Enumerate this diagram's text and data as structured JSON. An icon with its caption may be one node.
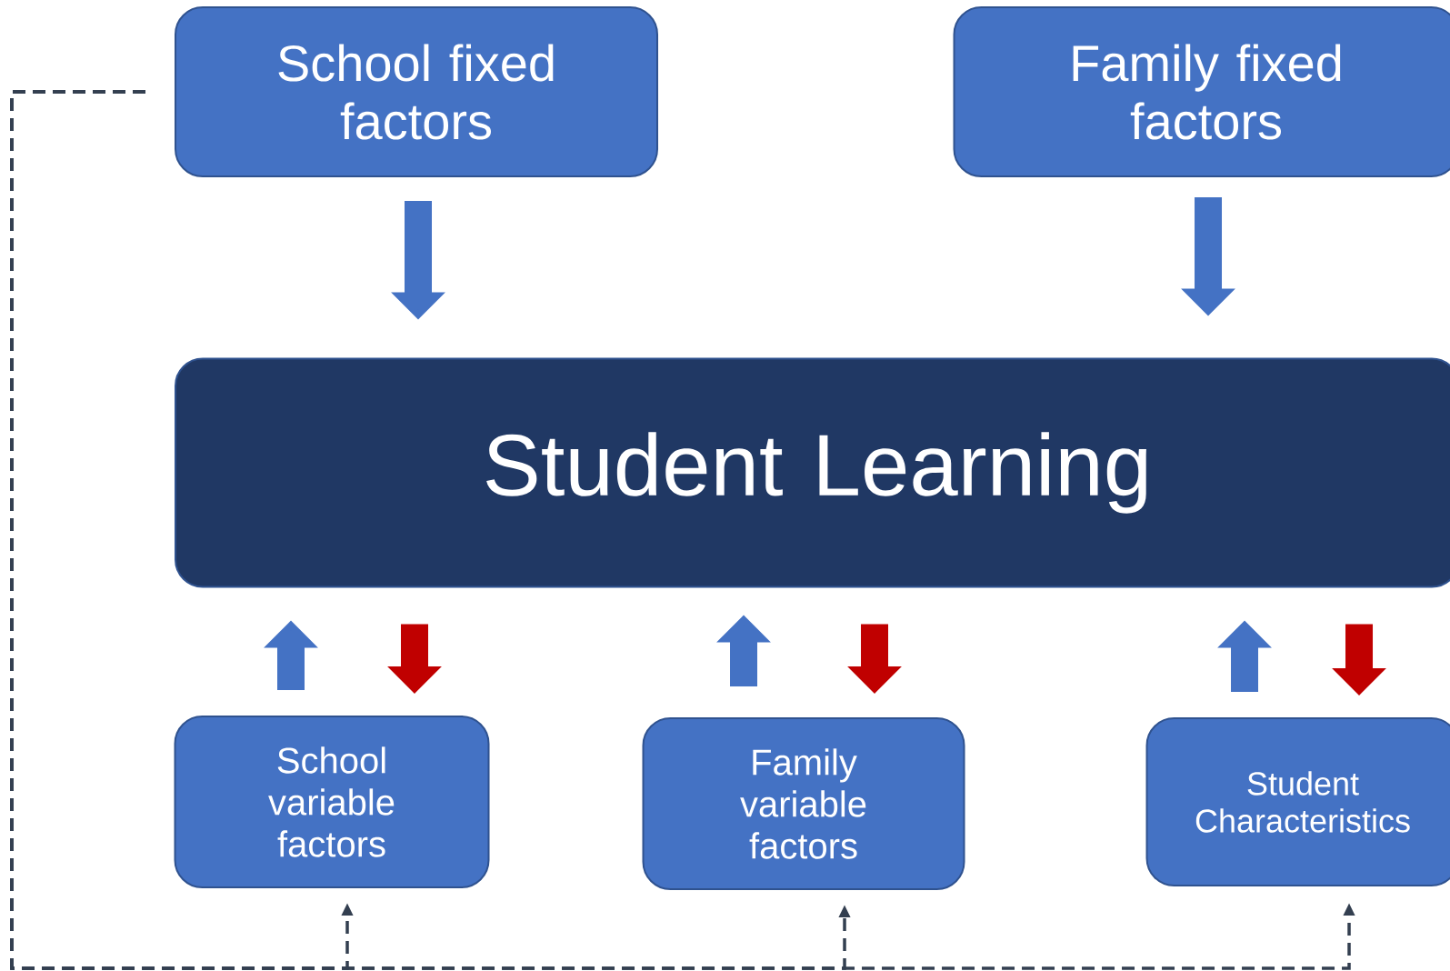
{
  "diagram": {
    "nodes": [
      {
        "text": [
          "School fixed factors"
        ]
      },
      {
        "text": [
          "Family fixed factors"
        ]
      },
      {
        "text": [
          "Student Learning"
        ]
      },
      {
        "text": [
          "School variable factors"
        ]
      },
      {
        "text": [
          "Family variable factors"
        ]
      },
      {
        "text": [
          "Student Characteristics"
        ]
      }
    ],
    "edges": [
      {
        "from": 0,
        "to": 2,
        "arrow": "to"
      },
      {
        "from": 1,
        "to": 2,
        "arrow": "to"
      },
      {
        "from": 3,
        "to": 2,
        "arrow": "to"
      },
      {
        "from": 2,
        "to": 3,
        "arrow": "to",
        "color": "#c00000"
      },
      {
        "from": 4,
        "to": 2,
        "arrow": "to"
      },
      {
        "from": 2,
        "to": 4,
        "arrow": "to",
        "color": "#c00000"
      },
      {
        "from": 5,
        "to": 2,
        "arrow": "to"
      },
      {
        "from": 2,
        "to": 5,
        "arrow": "to",
        "color": "#c00000"
      },
      {
        "from": 0,
        "to": 3,
        "arrow": "to",
        "style": "dashed",
        "color": "#333f50"
      },
      {
        "from": 0,
        "to": 4,
        "arrow": "to",
        "style": "dashed",
        "color": "#333f50"
      },
      {
        "from": 0,
        "to": 5,
        "arrow": "to",
        "style": "dashed",
        "color": "#333f50"
      }
    ]
  }
}
